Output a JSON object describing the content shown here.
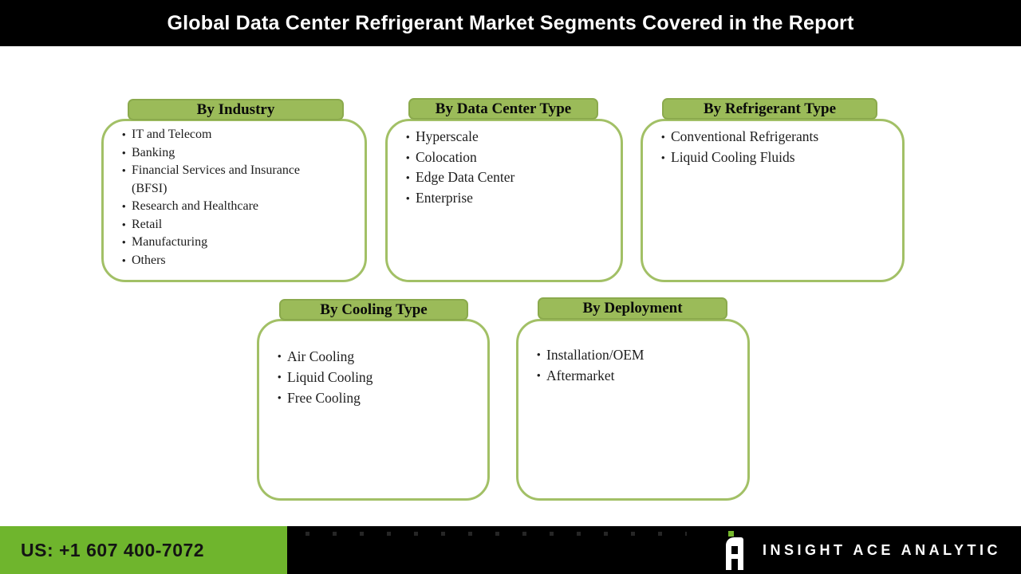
{
  "header": {
    "title": "Global Data Center Refrigerant Market Segments Covered in the Report"
  },
  "segments": [
    {
      "label": "By Industry",
      "items": [
        "IT and Telecom",
        "Banking",
        "Financial Services and Insurance (BFSI)",
        "Research and Healthcare",
        "Retail",
        "Manufacturing",
        "Others"
      ]
    },
    {
      "label": "By Data Center Type",
      "items": [
        "Hyperscale",
        "Colocation",
        "Edge Data Center",
        "Enterprise"
      ]
    },
    {
      "label": "By Refrigerant Type",
      "items": [
        "Conventional Refrigerants",
        "Liquid Cooling Fluids"
      ]
    },
    {
      "label": "By Cooling Type",
      "items": [
        "Air Cooling",
        "Liquid Cooling",
        "Free Cooling"
      ]
    },
    {
      "label": "By Deployment",
      "items": [
        "Installation/OEM",
        "Aftermarket"
      ]
    }
  ],
  "footer": {
    "phone": "US: +1 607 400-7072",
    "brand": "INSIGHT ACE ANALYTIC"
  },
  "icons": {
    "brand_logo": "stylized-a-with-green-dot",
    "bullet": "round-dot"
  },
  "colors": {
    "tab_green": "#9BBB59",
    "card_border_green": "#A2C066",
    "footer_green": "#6FB52D",
    "bar_black": "#000000",
    "title_text": "#FFFFFF"
  }
}
